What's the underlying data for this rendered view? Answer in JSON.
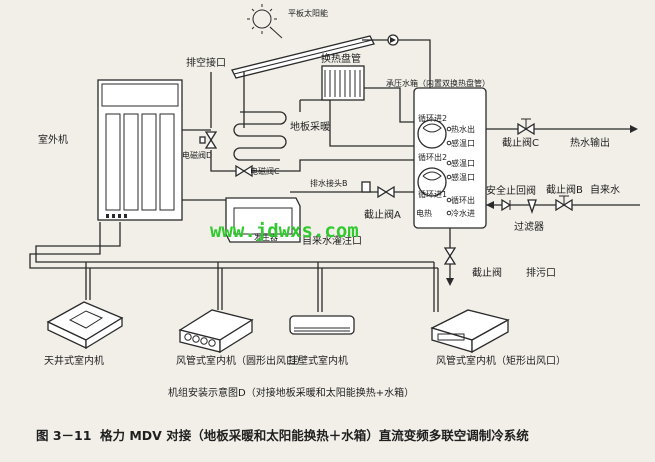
{
  "labels": {
    "solar_panel": "平板太阳能",
    "exchange_coil": "换热盘管",
    "pressure_tank": "承压水箱（内置双换热盘管）",
    "vent_port": "排空接口",
    "outdoor_unit": "室外机",
    "floor_heating": "地板采暖",
    "solenoid_d": "电磁阀D",
    "solenoid_c": "电磁阀C",
    "drain_port_b": "排水接头B",
    "valve_a": "截止阀A",
    "valve_b": "截止阀B",
    "valve_c": "截止阀C",
    "cycle_in_2": "循环进2",
    "cycle_out_2": "循环出2",
    "cycle_in_1": "循环进1",
    "hot_water_out": "热水出",
    "sensor_3": "感温口",
    "sensor_2": "感温口",
    "sensor_1": "感温口",
    "cycle_out_1": "循环出",
    "cold_water_in": "冷水进",
    "electric_heat": "电热",
    "hot_water_output": "热水输出",
    "safety_check_valve": "安全止回阀",
    "tap_water": "自来水",
    "filter": "过滤器",
    "generator": "发生器",
    "tap_inlet": "自来水灌注口",
    "valve_bottom": "截止阀",
    "sewage": "排污口",
    "ceiling_unit": "天井式室内机",
    "duct_round": "风管式室内机（圆形出风口）",
    "wall_unit": "挂壁式室内机",
    "duct_rect": "风管式室内机（矩形出风口）",
    "install_note": "机组安装示意图D（对接地板采暖和太阳能换热+水箱）"
  },
  "watermark": "www.jdwxs.com",
  "caption": {
    "number": "图 3－11",
    "text": "格力 MDV 对接（地板采暖和太阳能换热＋水箱）直流变频多联空调制冷系统"
  }
}
